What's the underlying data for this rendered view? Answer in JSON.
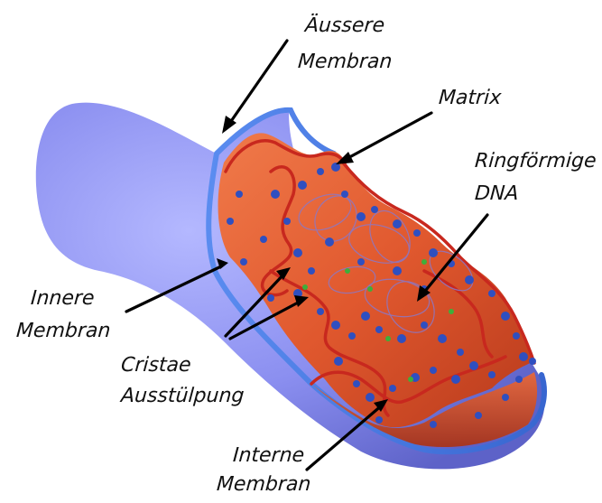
{
  "labels": {
    "aeussere_1": "Äussere",
    "aeussere_2": "Membran",
    "matrix": "Matrix",
    "ring_1": "Ringförmige",
    "ring_2": "DNA",
    "innere_1": "Innere",
    "innere_2": "Membran",
    "cristae_1": "Cristae",
    "cristae_2": "Ausstülpung",
    "interne_1": "Interne",
    "interne_2": "Membran"
  },
  "colors": {
    "outer_membrane": "#8b8ff0",
    "outer_rim": "#4a7fe0",
    "matrix_orange": "#e0582e",
    "inner_red": "#c8281e",
    "particles": "#2f4fc0",
    "green_particles": "#3fae3a",
    "arrow": "#000000"
  }
}
